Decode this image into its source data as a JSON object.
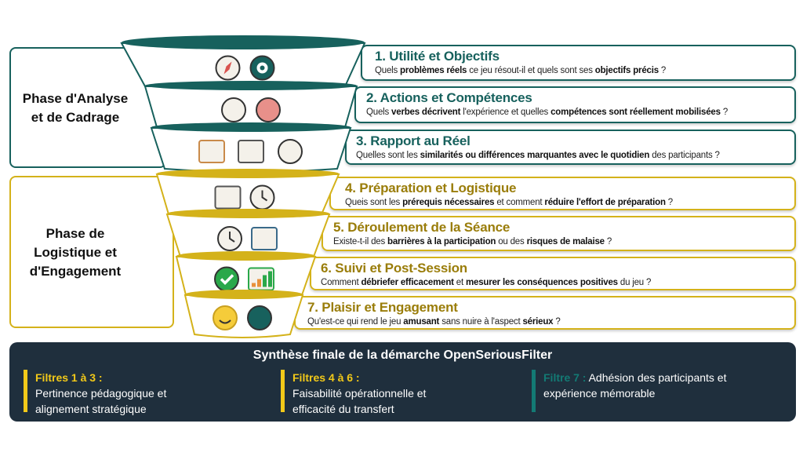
{
  "phases": [
    {
      "label_lines": [
        "Phase d'Analyse",
        "et de Cadrage"
      ]
    },
    {
      "label_lines": [
        "Phase de",
        "Logistique et",
        "d'Engagement"
      ]
    }
  ],
  "filters": [
    {
      "title": "1. Utilité et Objectifs",
      "question": [
        {
          "t": "Quels "
        },
        {
          "t": "problèmes réels",
          "b": true
        },
        {
          "t": " ce jeu résout-il et quels sont ses "
        },
        {
          "t": "objectifs précis",
          "b": true
        },
        {
          "t": " ?"
        }
      ],
      "icons": [
        "compass-icon",
        "target-icon"
      ]
    },
    {
      "title": "2. Actions et Compétences",
      "question": [
        {
          "t": "Quels "
        },
        {
          "t": "verbes décrivent",
          "b": true
        },
        {
          "t": " l'expérience et quelles "
        },
        {
          "t": "compétences sont réellement mobilisées",
          "b": true
        },
        {
          "t": " ?"
        }
      ],
      "icons": [
        "tools-hand-icon",
        "brain-icon"
      ]
    },
    {
      "title": "3. Rapport au Réel",
      "question": [
        {
          "t": "Quelles sont les "
        },
        {
          "t": "similarités ou différences marquantes avec le quotidien",
          "b": true
        },
        {
          "t": " des participants ?"
        }
      ],
      "icons": [
        "factory-icon",
        "bridge-icon",
        "gamepad-icon"
      ]
    },
    {
      "title": "4. Préparation et Logistique",
      "question": [
        {
          "t": "Queis sont les "
        },
        {
          "t": "prérequis nécessaires",
          "b": true
        },
        {
          "t": " et comment "
        },
        {
          "t": "réduire l'effort de préparation",
          "b": true
        },
        {
          "t": " ?"
        }
      ],
      "icons": [
        "checklist-icon",
        "stopwatch-icon"
      ]
    },
    {
      "title": "5. Déroulement de la Séance",
      "question": [
        {
          "t": "Existe-t-il des "
        },
        {
          "t": "barrières à la participation",
          "b": true
        },
        {
          "t": " ou des "
        },
        {
          "t": "risques de malaise",
          "b": true
        },
        {
          "t": " ?"
        }
      ],
      "icons": [
        "clock-icon",
        "meeting-group-icon"
      ]
    },
    {
      "title": "6. Suivi et Post-Session",
      "question": [
        {
          "t": "Comment "
        },
        {
          "t": "débriefer efficacement",
          "b": true
        },
        {
          "t": " et "
        },
        {
          "t": "mesurer les conséquences positives",
          "b": true
        },
        {
          "t": " du jeu ?"
        }
      ],
      "icons": [
        "checkmark-icon",
        "growth-chart-icon"
      ]
    },
    {
      "title": "7. Plaisir et Engagement",
      "question": [
        {
          "t": "Qu'est-ce qui rend le jeu "
        },
        {
          "t": "amusant",
          "b": true
        },
        {
          "t": " sans nuire à l'aspect "
        },
        {
          "t": "sérieux",
          "b": true
        },
        {
          "t": " ?"
        }
      ],
      "icons": [
        "smiley-icon",
        "game-token-icon"
      ]
    }
  ],
  "synthesis": {
    "title": "Synthèse finale de la démarche OpenSeriousFilter",
    "columns": [
      {
        "label": "Filtres 1 à 3 :",
        "text": "Pertinence pédagogique et alignement stratégique",
        "color": "#f2c919"
      },
      {
        "label": "Filtres 4 à 6 :",
        "text": "Faisabilité opérationnelle et efficacité du transfert",
        "color": "#f2c919"
      },
      {
        "label": "Filtre 7 :",
        "text": "Adhésion des participants et expérience mémorable",
        "color": "#137a74"
      }
    ]
  },
  "colors": {
    "teal": "#17615d",
    "gold": "#d4b21a",
    "dark": "#1f2f3d"
  }
}
